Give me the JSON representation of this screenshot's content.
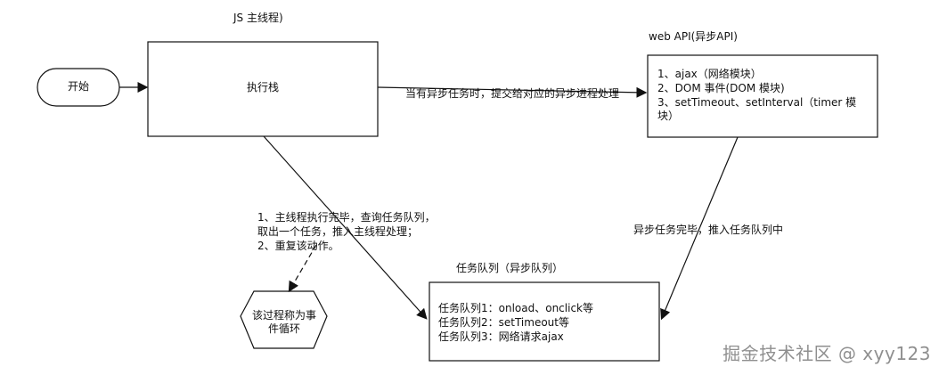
{
  "title": "JS 主线程)",
  "nodes": {
    "start": "开始",
    "exec_stack": "执行栈",
    "web_api": {
      "title": "web API(异步API)",
      "items": [
        "1、ajax（网络模块）",
        "2、DOM 事件(DOM 模块)",
        "3、setTimeout、setInterval（timer 模块）"
      ]
    },
    "task_queue": {
      "title": "任务队列（异步队列）",
      "items": [
        "任务队列1：onload、onclick等",
        "任务队列2：setTimeout等",
        "任务队列3：网络请求ajax"
      ]
    },
    "event_loop": "该过程称为事件循环"
  },
  "edges": {
    "stack_to_webapi": "当有异步任务时，提交给对应的异步进程处理",
    "webapi_to_queue": "异步任务完毕，推入任务队列中",
    "loop_steps": [
      "1、主线程执行完毕，查询任务队列，",
      "取出一个任务，推入主线程处理；",
      "2、重复该动作。"
    ]
  },
  "watermark": "掘金技术社区 @ xyy123",
  "colors": {
    "line": "#111111",
    "watermark": "#8f8f8f",
    "background": "#ffffff"
  }
}
